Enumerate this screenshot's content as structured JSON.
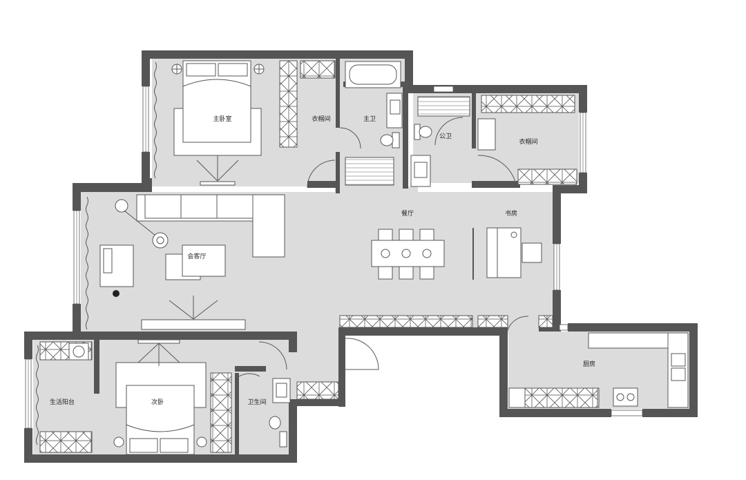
{
  "rooms": {
    "master_bedroom": "主卧室",
    "master_closet": "衣帽间",
    "master_bath": "主卫",
    "public_bath": "公卫",
    "closet2": "衣帽间",
    "dining": "餐厅",
    "study": "书房",
    "living": "会客厅",
    "utility_balcony": "生活阳台",
    "second_bedroom": "次卧",
    "bath2": "卫生间",
    "kitchen": "厨房"
  },
  "colors": {
    "wall": "#555555",
    "floor": "#dcdcdc",
    "furniture": "#ffffff",
    "line": "#555555"
  },
  "icons": [
    "bed-icon",
    "sofa-icon",
    "dining-table-icon",
    "desk-icon",
    "toilet-icon",
    "sink-icon",
    "bathtub-icon",
    "shower-icon",
    "stove-icon",
    "wardrobe-icon",
    "lamp-icon"
  ]
}
